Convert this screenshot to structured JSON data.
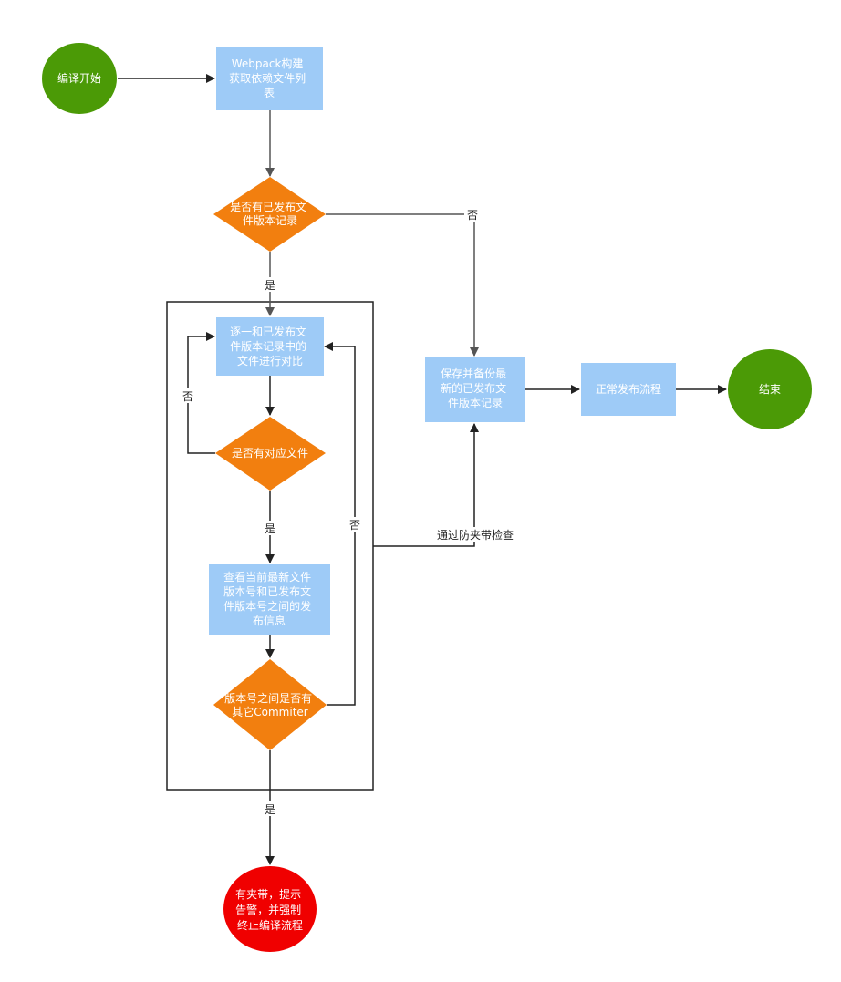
{
  "colors": {
    "start_circle": "#4b9a06",
    "end_circle": "#4b9a06",
    "alert_circle": "#f00000",
    "process_box": "#9ecbf7",
    "decision": "#f27f0f",
    "line": "#555555",
    "frame": "#222222"
  },
  "nodes": {
    "start": "编译开始",
    "webpack": [
      "Webpack构建",
      "获取依赖文件列",
      "表"
    ],
    "has_record": [
      "是否有已发布文",
      "件版本记录"
    ],
    "compare": [
      "逐一和已发布文",
      "件版本记录中的",
      "文件进行对比"
    ],
    "has_file": "是否有对应文件",
    "view_info": [
      "查看当前最新文件",
      "版本号和已发布文",
      "件版本号之间的发",
      "布信息"
    ],
    "has_commit": [
      "版本号之间是否有",
      "其它Commiter"
    ],
    "save": [
      "保存并备份最",
      "新的已发布文",
      "件版本记录"
    ],
    "publish": "正常发布流程",
    "end": "结束",
    "alert": [
      "有夹带，提示",
      "告警，并强制",
      "终止编译流程"
    ]
  },
  "edge_labels": {
    "no_record": "否",
    "yes_record": "是",
    "no_file": "否",
    "yes_file": "是",
    "no_commit": "否",
    "yes_commit": "是",
    "pass_check": "通过防夹带检查"
  }
}
